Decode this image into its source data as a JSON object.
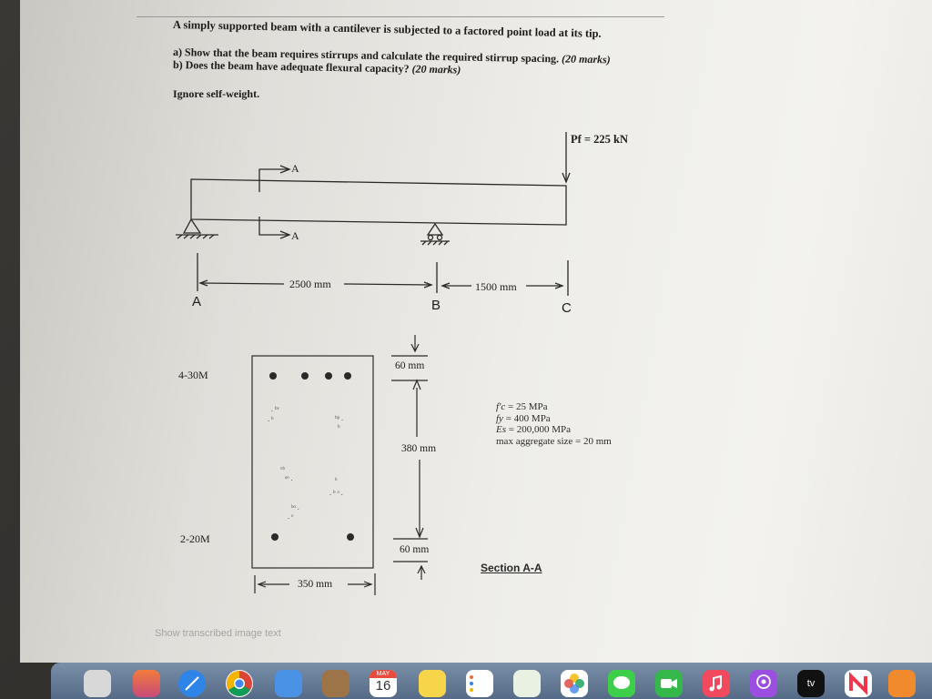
{
  "problem": {
    "intro": "A simply supported beam with a cantilever is subjected to a factored point load at its tip.",
    "part_a": "a)  Show that the beam requires stirrups and calculate the required stirrup spacing.",
    "part_a_marks": "(20 marks)",
    "part_b": "b)  Does the beam have adequate flexural capacity?",
    "part_b_marks": "(20 marks)",
    "note": "Ignore self-weight."
  },
  "beam": {
    "load_label": "Pf = 225 kN",
    "section_cut": "A",
    "span_ab": "2500 mm",
    "span_bc": "1500 mm",
    "point_a": "A",
    "point_b": "B",
    "point_c": "C"
  },
  "section": {
    "top_bars": "4-30M",
    "bottom_bars": "2-20M",
    "top_cover": "60 mm",
    "depth_between": "380 mm",
    "bottom_cover": "60 mm",
    "width": "350 mm",
    "title": "Section A-A"
  },
  "properties": [
    {
      "symbol": "f'c",
      "value": "= 25 MPa"
    },
    {
      "symbol": "fy",
      "value": "= 400 MPa"
    },
    {
      "symbol": "Es",
      "value": "= 200,000 MPa"
    },
    {
      "symbol": "max aggregate size",
      "value": "= 20 mm"
    }
  ],
  "footer": "Show transcribed image text",
  "dock": {
    "calendar_month": "MAY",
    "calendar_day": "16",
    "tv_label": "tv"
  },
  "colors": {
    "ink": "#1d1c1a",
    "page": "#eeede9",
    "dock": "#5e7390"
  }
}
